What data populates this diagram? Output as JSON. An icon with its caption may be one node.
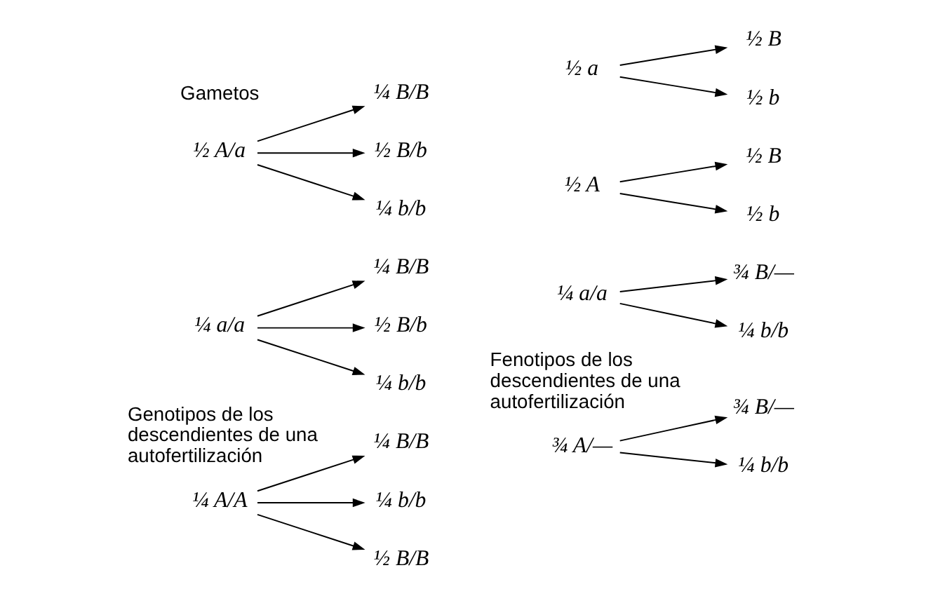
{
  "diagram": {
    "nodes": [
      {
        "text": [
          "¼ A/A"
        ]
      },
      {
        "text": [
          "¼ B/B"
        ]
      },
      {
        "text": [
          "½ B/B"
        ]
      },
      {
        "text": [
          "¼ b/b"
        ]
      },
      {
        "text": [
          "½ A/a"
        ]
      },
      {
        "text": [
          "¼ B/B"
        ]
      },
      {
        "text": [
          "½ B/b"
        ]
      },
      {
        "text": [
          "¼ b/b"
        ]
      },
      {
        "text": [
          "¼ a/a"
        ]
      },
      {
        "text": [
          "¼ B/B"
        ]
      },
      {
        "text": [
          "½ B/b"
        ]
      },
      {
        "text": [
          "¼ b/b"
        ]
      },
      {
        "text": [
          "¾ A/—"
        ]
      },
      {
        "text": [
          "¾ B/—"
        ]
      },
      {
        "text": [
          "¼ b/b"
        ]
      },
      {
        "text": [
          "¼ a/a"
        ]
      },
      {
        "text": [
          "¾ B/—"
        ]
      },
      {
        "text": [
          "¼ b/b"
        ]
      },
      {
        "text": [
          "½ A"
        ]
      },
      {
        "text": [
          "½ B"
        ]
      },
      {
        "text": [
          "½ b"
        ]
      },
      {
        "text": [
          "½ a"
        ]
      },
      {
        "text": [
          "½ B"
        ]
      },
      {
        "text": [
          "½ b"
        ]
      }
    ],
    "edges": [
      {
        "from": 0,
        "to": 1,
        "arrow": "to"
      },
      {
        "from": 0,
        "to": 2,
        "arrow": "to"
      },
      {
        "from": 0,
        "to": 3,
        "arrow": "to"
      },
      {
        "from": 4,
        "to": 5,
        "arrow": "to"
      },
      {
        "from": 4,
        "to": 6,
        "arrow": "to"
      },
      {
        "from": 4,
        "to": 7,
        "arrow": "to"
      },
      {
        "from": 8,
        "to": 9,
        "arrow": "to"
      },
      {
        "from": 8,
        "to": 10,
        "arrow": "to"
      },
      {
        "from": 8,
        "to": 11,
        "arrow": "to"
      },
      {
        "from": 12,
        "to": 13,
        "arrow": "to"
      },
      {
        "from": 12,
        "to": 14,
        "arrow": "to"
      },
      {
        "from": 15,
        "to": 16,
        "arrow": "to"
      },
      {
        "from": 15,
        "to": 17,
        "arrow": "to"
      },
      {
        "from": 18,
        "to": 19,
        "arrow": "to"
      },
      {
        "from": 18,
        "to": 20,
        "arrow": "to"
      },
      {
        "from": 21,
        "to": 22,
        "arrow": "to"
      },
      {
        "from": 21,
        "to": 23,
        "arrow": "to"
      }
    ],
    "labels": [
      "Genotipos de los descendientes de una autofertilización",
      "Fenotipos de los descendientes de una autofertilización",
      "Gametos"
    ]
  }
}
